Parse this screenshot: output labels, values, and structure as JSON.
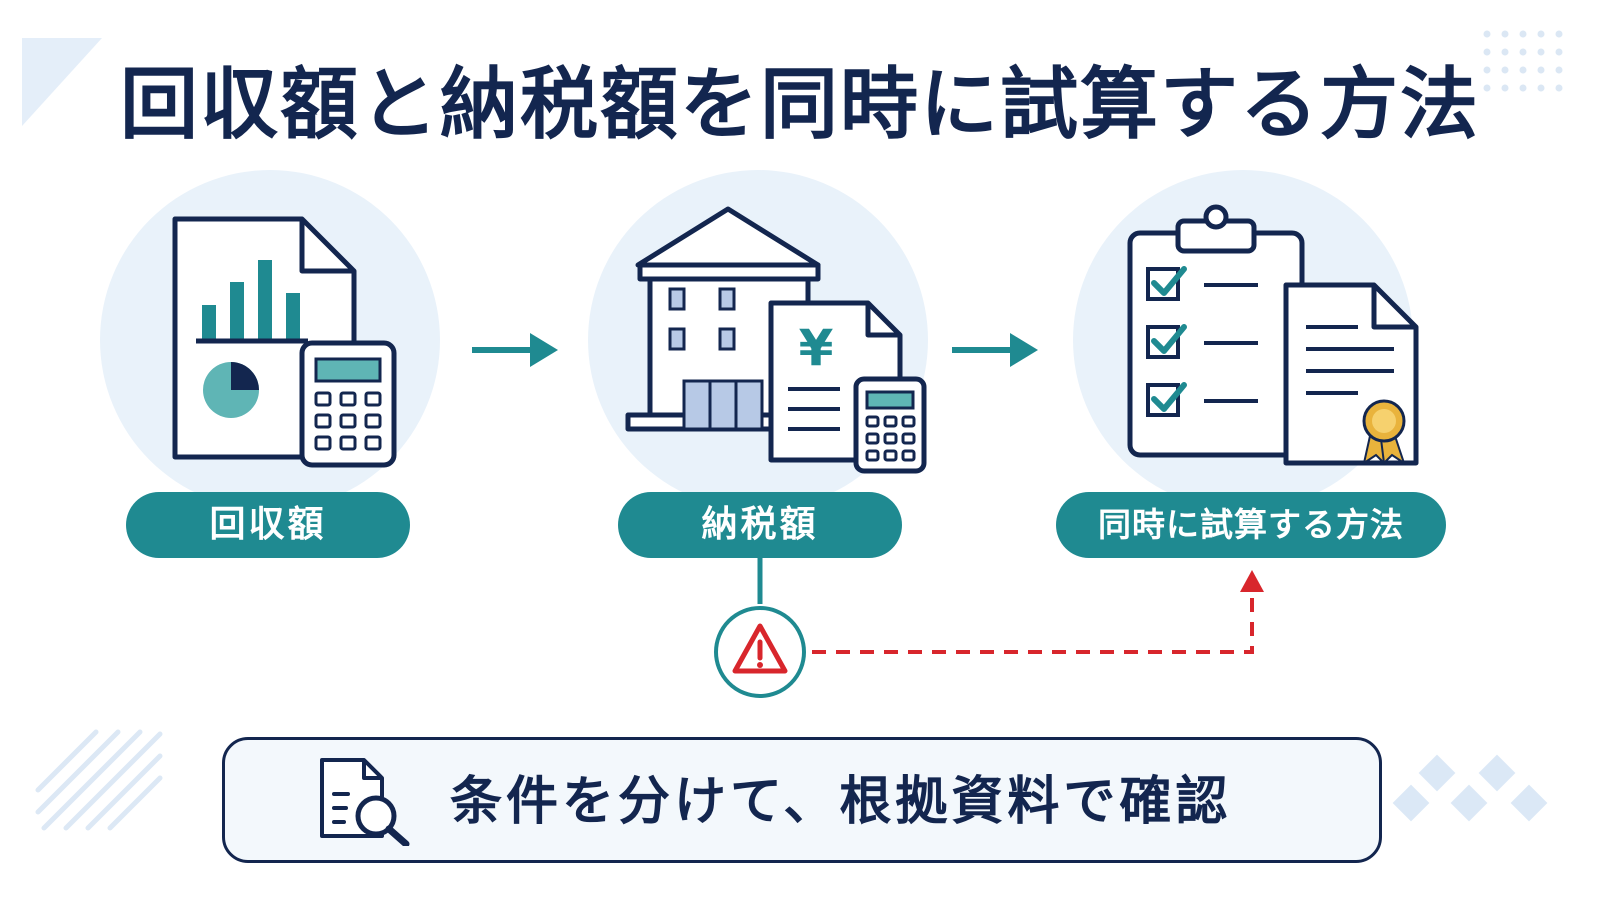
{
  "title": "回収額と納税額を同時に試算する方法",
  "steps": [
    {
      "label": "回収額",
      "icon": "report-calculator-icon"
    },
    {
      "label": "納税額",
      "icon": "tax-office-document-icon"
    },
    {
      "label": "同時に試算する方法",
      "icon": "checklist-certificate-icon"
    }
  ],
  "document_symbol": "¥",
  "warning_icon": "warning-icon",
  "note": {
    "icon": "document-search-icon",
    "text": "条件を分けて、根拠資料で確認"
  },
  "colors": {
    "navy": "#13264f",
    "teal": "#1f8a91",
    "teal_light": "#5fb5b5",
    "circle_bg": "#e9f2fa",
    "accent_red": "#d8262c",
    "gold": "#e9b33c"
  }
}
